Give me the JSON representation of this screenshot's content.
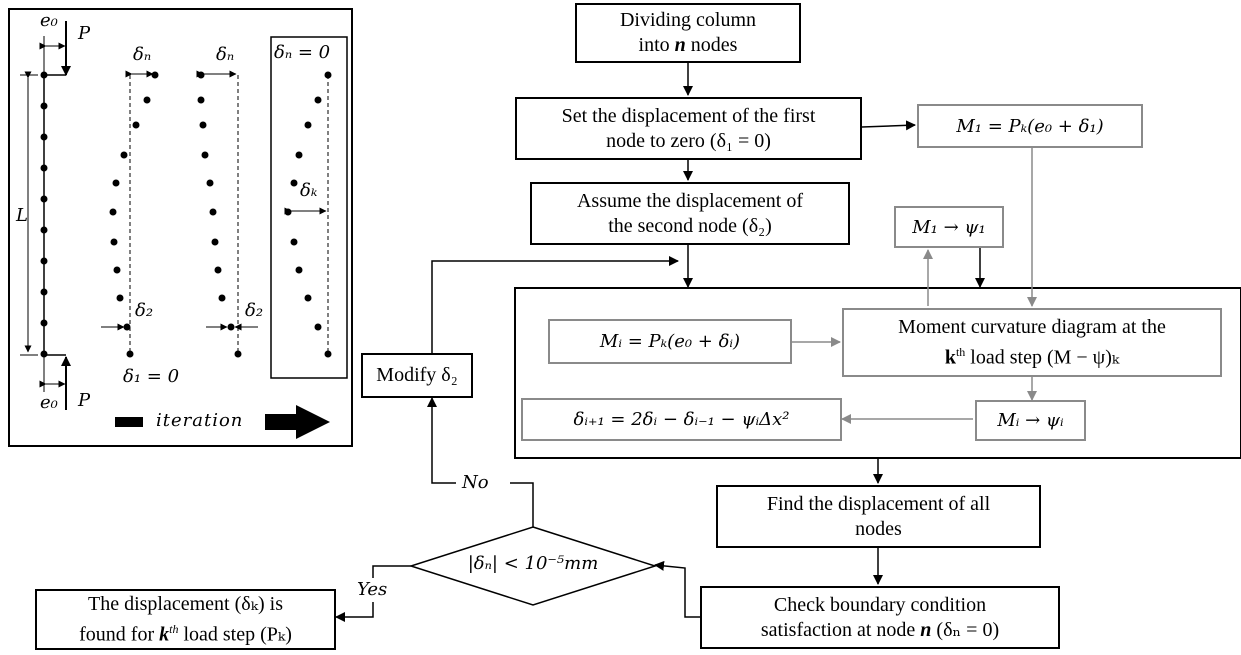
{
  "flowchart": {
    "divide": {
      "line1": "Dividing column",
      "line2_pre": "into ",
      "line2_var": "n",
      "line2_post": " nodes"
    },
    "set_first": {
      "line1": "Set the displacement of the first",
      "line2": "node to zero (δ₁ = 0)"
    },
    "assume_second": {
      "line1": "Assume the displacement of",
      "line2": "the second node (δ₂)"
    },
    "m1_formula": "M₁ = Pₖ(e₀ + δ₁)",
    "m1_psi": "M₁ → ψ₁",
    "mi_formula": "Mᵢ = Pₖ(e₀ + δᵢ)",
    "moment_curvature": {
      "line1": "Moment curvature diagram at the",
      "line2_bold": "k",
      "line2_sup": "th",
      "line2_post": " load step (M − ψ)ₖ"
    },
    "mi_psi": "Mᵢ → ψᵢ",
    "delta_next": "δᵢ₊₁ = 2δᵢ − δᵢ₋₁ − ψᵢΔx²",
    "find_all": {
      "line1": "Find the displacement of all",
      "line2": "nodes"
    },
    "check": {
      "line1": "Check boundary condition",
      "line2_pre": "satisfaction at node ",
      "line2_var": "n",
      "line2_post": " (δₙ = 0)"
    },
    "decision": "|δₙ| < 10⁻⁵mm",
    "modify": "Modify δ₂",
    "no_label": "No",
    "yes_label": "Yes",
    "result": {
      "line1": "The displacement (δₖ) is",
      "line2_pre": "found for ",
      "line2_bold": "k",
      "line2_sup": "th",
      "line2_post": " load step (Pₖ)"
    }
  },
  "column_panel": {
    "e0_top": "e₀",
    "p_top": "P",
    "e0_bottom": "e₀",
    "p_bottom": "P",
    "length": "L",
    "delta_n_1": "δₙ",
    "delta_n_2": "δₙ",
    "delta_n_zero": "δₙ = 0",
    "delta_2_a": "δ₂",
    "delta_2_b": "δ₂",
    "delta_1_zero": "δ₁ = 0",
    "delta_k": "δₖ",
    "iteration": "iteration"
  }
}
